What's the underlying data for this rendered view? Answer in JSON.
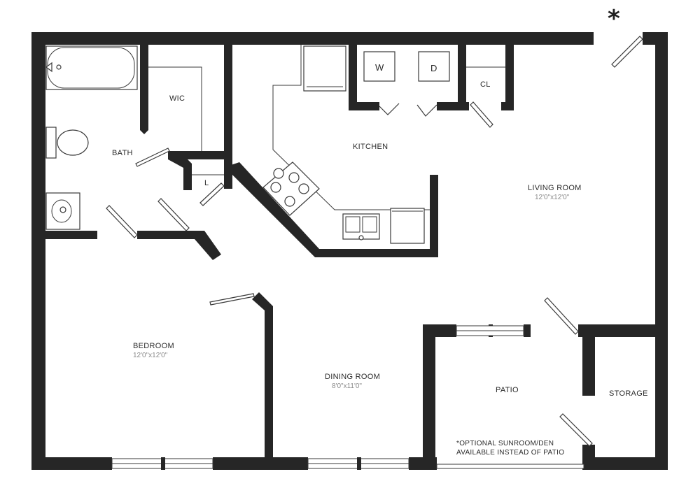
{
  "marker": "*",
  "rooms": {
    "wic": "WIC",
    "bath": "BATH",
    "kitchen": "KITCHEN",
    "linen": "L",
    "closet": "CL",
    "living": "LIVING ROOM",
    "living_size": "12'0\"x12'0\"",
    "bedroom": "BEDROOM",
    "bedroom_size": "12'0\"x12'0\"",
    "dining": "DINING ROOM",
    "dining_size": "8'0\"x11'0\"",
    "patio": "PATIO",
    "storage": "STORAGE"
  },
  "appliances": {
    "washer": "W",
    "dryer": "D"
  },
  "notes": {
    "line1": "*OPTIONAL SUNROOM/DEN",
    "line2": "AVAILABLE INSTEAD OF PATIO"
  }
}
